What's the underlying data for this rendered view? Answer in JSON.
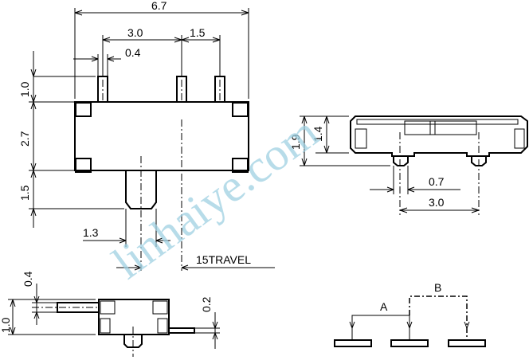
{
  "dimensions": {
    "overall_width": "6.7",
    "pin_pitch": "3.0",
    "pin_pitch_right": "1.5",
    "pin_width": "0.4",
    "pin_height": "1.0",
    "body_depth": "2.7",
    "actuator_height": "1.5",
    "actuator_width": "1.3",
    "travel": "15TRAVEL",
    "side_total_height": "1.9",
    "side_body_height": "1.4",
    "side_pin_dia": "0.7",
    "side_pin_pitch": "3.0",
    "bottom_pin_thk": "0.4",
    "bottom_height": "1.0",
    "bottom_tab": "0.2"
  },
  "schematic": {
    "label_a": "A",
    "label_b": "B"
  },
  "watermark": "linhaiye.com"
}
